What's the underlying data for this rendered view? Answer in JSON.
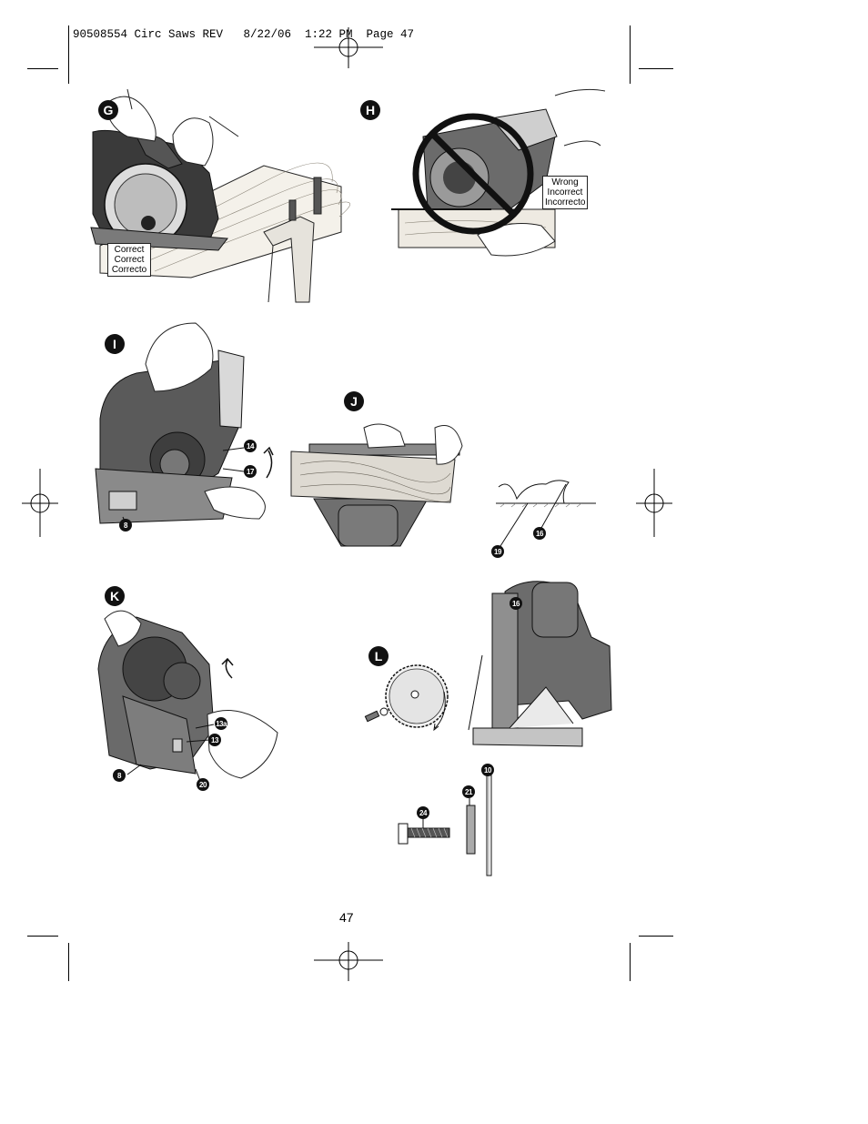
{
  "header": {
    "slug": "90508554 Circ Saws REV   8/22/06  1:22 PM  Page 47"
  },
  "page_number": "47",
  "figures": {
    "g": {
      "letter": "G",
      "caption": [
        "Correct",
        "Correct",
        "Correcto"
      ]
    },
    "h": {
      "letter": "H",
      "caption": [
        "Wrong",
        "Incorrect",
        "Incorrecto"
      ]
    },
    "i": {
      "letter": "I",
      "callouts": [
        "14",
        "17",
        "8"
      ]
    },
    "j": {
      "letter": "J",
      "callouts": [
        "16",
        "19"
      ]
    },
    "k": {
      "letter": "K",
      "callouts": [
        "13a",
        "13",
        "8",
        "20"
      ]
    },
    "l": {
      "letter": "L",
      "callouts": [
        "16",
        "10",
        "21",
        "24"
      ]
    }
  },
  "icons": [
    "registration-mark-icon",
    "crop-mark-icon",
    "prohibition-icon",
    "rotation-arrow-icon",
    "saw-blade-icon"
  ]
}
